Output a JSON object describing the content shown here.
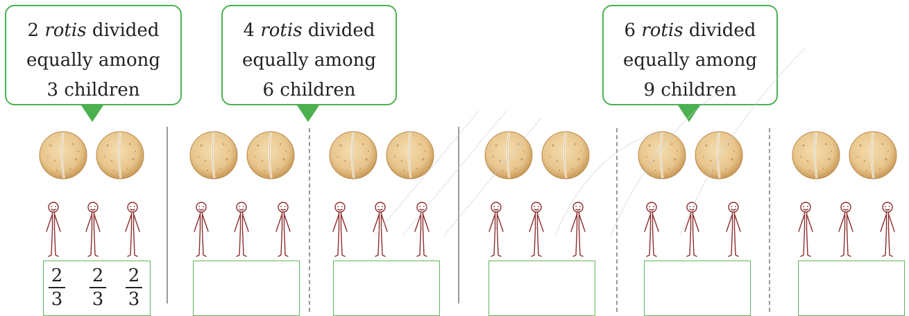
{
  "callouts": [
    {
      "count": "2",
      "item": "rotis",
      "rest": "divided",
      "line2": "equally among",
      "line3": "3 children"
    },
    {
      "count": "4",
      "item": "rotis",
      "rest": "divided",
      "line2": "equally among",
      "line3": "6 children"
    },
    {
      "count": "6",
      "item": "rotis",
      "rest": "divided",
      "line2": "equally among",
      "line3": "9 children"
    }
  ],
  "answer": {
    "num": "2",
    "den": "3"
  },
  "colors": {
    "callout_border": "#4cb050",
    "answer_box_border": "#5bb55c",
    "roti": "#e8c58c",
    "stick_figure": "#8a2d2d",
    "separator": "#999999"
  },
  "icons": {
    "roti": "roti-icon",
    "child": "child-figure-icon"
  }
}
